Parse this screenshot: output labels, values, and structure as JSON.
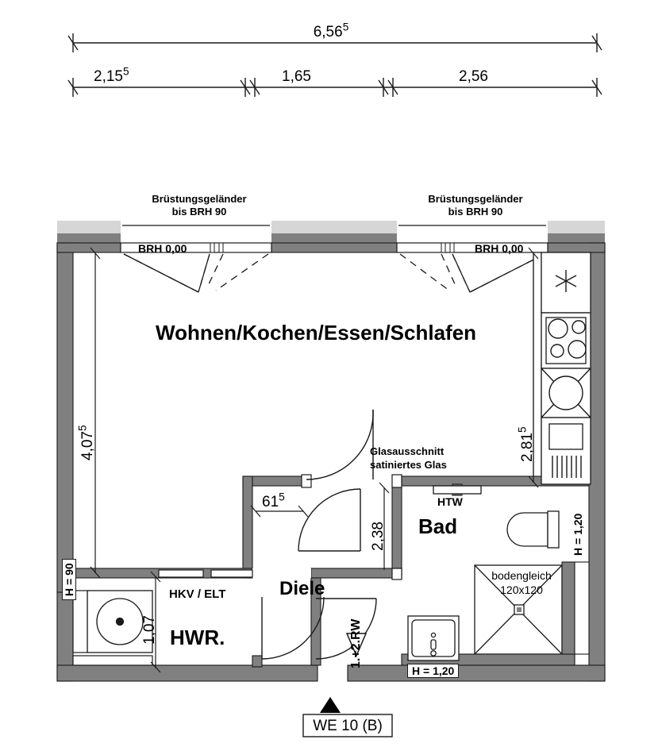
{
  "plan": {
    "unit_tag": "WE 10 (B)",
    "dimension_chains": {
      "overall": {
        "label": "6,56",
        "sup": "5"
      },
      "segments": [
        {
          "label": "2,15",
          "sup": "5"
        },
        {
          "label": "1,65",
          "sup": ""
        },
        {
          "label": "2,56",
          "sup": ""
        }
      ]
    },
    "interior_dimensions": [
      {
        "name": "left-room-depth",
        "label": "4,07",
        "sup": "5"
      },
      {
        "name": "kitchen-run-length",
        "label": "2,81",
        "sup": "5"
      },
      {
        "name": "diele-wall-offset",
        "label": "61",
        "sup": "5"
      },
      {
        "name": "bath-width",
        "label": "2,38",
        "sup": ""
      },
      {
        "name": "hwr-width",
        "label": "1,07",
        "sup": ""
      }
    ],
    "rooms": [
      {
        "name": "living",
        "label": "Wohnen/Kochen/Essen/Schlafen"
      },
      {
        "name": "bath",
        "label": "Bad"
      },
      {
        "name": "hall",
        "label": "Diele"
      },
      {
        "name": "utility",
        "label": "HWR."
      }
    ],
    "annotations": {
      "balcony_rail_left_line1": "Brüstungsgeländer",
      "balcony_rail_left_line2": "bis BRH 90",
      "balcony_rail_right_line1": "Brüstungsgeländer",
      "balcony_rail_right_line2": "bis BRH 90",
      "brh_left": "BRH 0,00",
      "brh_right": "BRH 0,00",
      "glass_line1": "Glasausschnitt",
      "glass_line2": "satiniertes Glas",
      "hot_water_tank": "HTW",
      "heating_electric": "HKV / ELT",
      "shower_line1": "bodengleich",
      "shower_line2": "120x120",
      "washing_machine_height": "H = 90",
      "wc_wall_height": "H = 1,20",
      "basin_wall_height": "H = 1,20",
      "smoke_detector_door": "1.+2.RW"
    },
    "colors": {
      "wall_dark": "#808080",
      "wall_light": "#d6d6d6",
      "outline": "#1a1a1a",
      "paper": "#ffffff"
    }
  }
}
